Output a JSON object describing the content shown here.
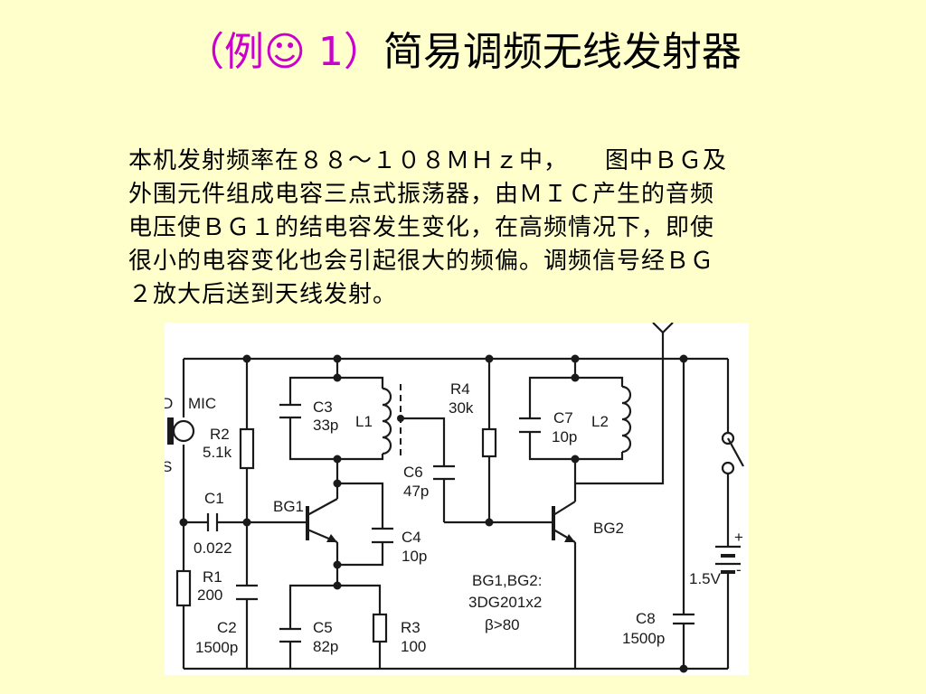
{
  "title": {
    "prefix": "（例☺ 1）",
    "main": "简易调频无线发射器"
  },
  "description": "本机发射频率在８８～１０８ＭＨｚ中，　　图中ＢＧ及\n外围元件组成电容三点式振荡器，由ＭＩＣ产生的音频\n电压使ＢＧ１的结电容发生变化，在高频情况下，即使\n很小的电容变化也会引起很大的频偏。调频信号经ＢＧ\n２放大后送到天线发射。",
  "circuit": {
    "mic": {
      "name": "MIC",
      "d": "D",
      "s": "S"
    },
    "r2": {
      "name": "R2",
      "value": "5.1k"
    },
    "c1": {
      "name": "C1",
      "value": "0.022"
    },
    "r1": {
      "name": "R1",
      "value": "200"
    },
    "c2": {
      "name": "C2",
      "value": "1500p"
    },
    "c3": {
      "name": "C3",
      "value": "33p"
    },
    "l1": {
      "name": "L1"
    },
    "bg1": {
      "name": "BG1"
    },
    "c4": {
      "name": "C4",
      "value": "10p"
    },
    "c5": {
      "name": "C5",
      "value": "82p"
    },
    "r3": {
      "name": "R3",
      "value": "100"
    },
    "r4": {
      "name": "R4",
      "value": "30k"
    },
    "c6": {
      "name": "C6",
      "value": "47p"
    },
    "c7": {
      "name": "C7",
      "value": "10p"
    },
    "l2": {
      "name": "L2"
    },
    "bg2": {
      "name": "BG2"
    },
    "c8": {
      "name": "C8",
      "value": "1500p"
    },
    "battery": {
      "voltage": "1.5V",
      "plus": "+",
      "minus": "-"
    },
    "note": {
      "line1": "BG1,BG2:",
      "line2": "3DG201x2",
      "line3": "β>80"
    }
  }
}
